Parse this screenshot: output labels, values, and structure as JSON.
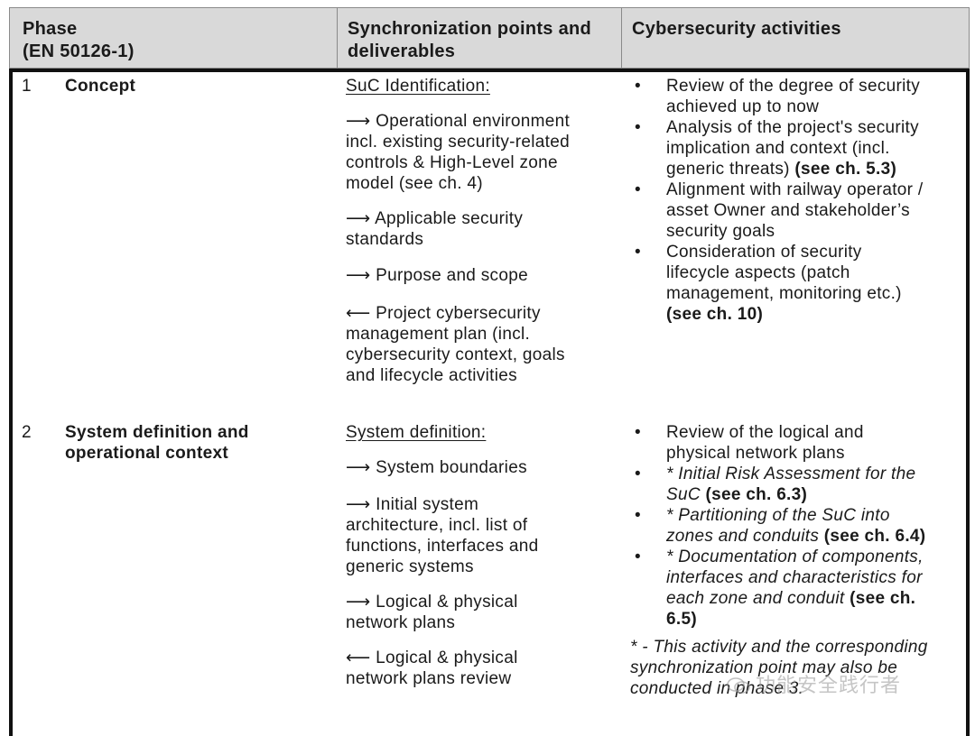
{
  "header": {
    "col1": [
      "Phase",
      "(EN 50126-1)"
    ],
    "col2": [
      "Synchronization points and",
      "deliverables"
    ],
    "col3": "Cybersecurity activities"
  },
  "rows": [
    {
      "number": "1",
      "title": [
        "Concept"
      ],
      "sync_heading": "SuC Identification:",
      "sync_items": [
        {
          "arrow": "⟶",
          "lines": [
            " Operational environment",
            "incl. existing security-related",
            "controls & High-Level zone",
            "model (see ch. 4)"
          ]
        },
        {
          "arrow": "⟶",
          "lines": [
            " Applicable security",
            "standards"
          ]
        },
        {
          "arrow": "⟶",
          "lines": [
            " Purpose and scope"
          ]
        },
        {
          "arrow": "⟵",
          "lines": [
            " Project cybersecurity",
            "management plan (incl.",
            "cybersecurity context, goals",
            "and lifecycle activities"
          ]
        }
      ],
      "activities": [
        {
          "lines": [
            "Review of the degree of security",
            "achieved up to now"
          ]
        },
        {
          "lines": [
            "Analysis of the project's security",
            "implication and context (incl.",
            "generic threats) "
          ],
          "ref": "(see ch. 5.3)"
        },
        {
          "lines": [
            "Alignment with railway operator /",
            "asset Owner and stakeholder’s",
            "security goals"
          ]
        },
        {
          "lines": [
            "Consideration of security",
            "lifecycle aspects (patch",
            "management, monitoring etc.)"
          ],
          "ref": "(see ch. 10)"
        }
      ]
    },
    {
      "number": "2",
      "title": [
        "System definition and",
        "operational context"
      ],
      "sync_heading": "System definition:",
      "sync_items": [
        {
          "arrow": "⟶",
          "lines": [
            " System boundaries"
          ]
        },
        {
          "arrow": "⟶",
          "lines": [
            " Initial system",
            "architecture, incl. list of",
            "functions, interfaces and",
            "generic systems"
          ]
        },
        {
          "arrow": "⟶",
          "lines": [
            " Logical & physical",
            "network plans"
          ]
        },
        {
          "arrow": "⟵",
          "lines": [
            " Logical & physical",
            "network plans review"
          ]
        }
      ],
      "activities": [
        {
          "lines": [
            "Review of the logical and",
            "physical network plans"
          ]
        },
        {
          "lines": [
            "* Initial Risk Assessment for the",
            "SuC "
          ],
          "italic": true,
          "ref": "(see ch. 6.3)"
        },
        {
          "lines": [
            "* Partitioning of the SuC into",
            "zones and conduits "
          ],
          "italic": true,
          "ref": "(see ch. 6.4)"
        },
        {
          "lines": [
            "* Documentation of components,",
            "interfaces and characteristics for",
            "each zone and conduit "
          ],
          "italic": true,
          "ref": "(see ch.",
          "ref2": "6.5)"
        }
      ],
      "note": [
        "* - This activity and the corresponding",
        "synchronization point may also be",
        "conducted in phase 3."
      ]
    }
  ],
  "bullet": "•",
  "watermark": "功能安全践行者"
}
